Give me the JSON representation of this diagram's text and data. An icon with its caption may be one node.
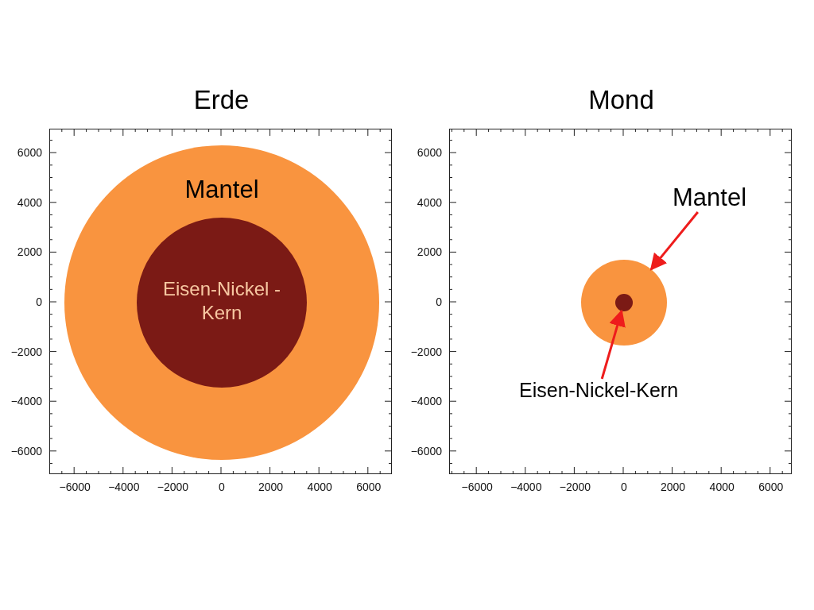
{
  "diagram": {
    "nodes": [
      {
        "text": [
          "Erde"
        ]
      },
      {
        "text": [
          "Mantel"
        ],
        "in": 0
      },
      {
        "text": [
          "Eisen-Nickel -Kern"
        ],
        "in": 1
      },
      {
        "text": [
          "Mond"
        ]
      },
      {
        "text": [],
        "shape": "circle",
        "in": 3
      },
      {
        "text": [],
        "shape": "circle",
        "in": 4
      },
      {
        "text": [
          "Mantel"
        ],
        "in": 3
      },
      {
        "text": [
          "Eisen-Nickel-Kern"
        ],
        "in": 3
      }
    ],
    "edges": [
      {
        "from": 6,
        "to": 4,
        "arrow": "to",
        "color": "#ee1c1c"
      },
      {
        "from": 7,
        "to": 5,
        "arrow": "to",
        "color": "#ee1c1c"
      }
    ],
    "labels": [
      "6000",
      "4000",
      "2000",
      "0",
      "−2000",
      "−4000",
      "−6000",
      "−6000",
      "−4000",
      "−2000",
      "0",
      "2000",
      "4000",
      "6000",
      "6000",
      "4000",
      "2000",
      "0",
      "−2000",
      "−4000",
      "−6000",
      "−6000",
      "−4000",
      "−2000",
      "0",
      "2000",
      "4000",
      "6000"
    ]
  }
}
